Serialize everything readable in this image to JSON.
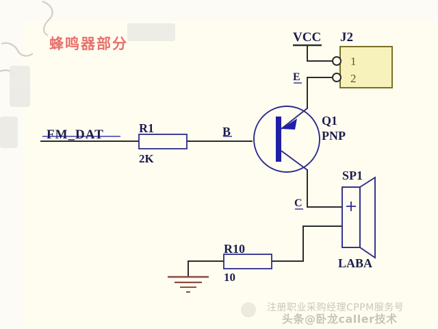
{
  "title": {
    "text": "蜂鸣器部分",
    "color": "#e8706a"
  },
  "background": {
    "panel": "#fffdf0",
    "outer": "#fcfbf6"
  },
  "schematic": {
    "wire_color": "#2b2b2b",
    "symbol_color": "#2a2a8c",
    "ground_color": "#8a4a42",
    "nets": {
      "input": {
        "label": "FM_DAT"
      },
      "base": {
        "label": "B"
      },
      "emitter": {
        "label": "E"
      },
      "collector": {
        "label": "C"
      },
      "power": {
        "label": "VCC"
      }
    },
    "components": [
      {
        "ref": "R1",
        "type": "resistor",
        "value": "2K",
        "ref_label": "R1",
        "value_label": "2K"
      },
      {
        "ref": "Q1",
        "type": "transistor",
        "ref_label": "Q1",
        "device_label": "PNP",
        "terminals": [
          "E",
          "B",
          "C"
        ]
      },
      {
        "ref": "J2",
        "type": "connector",
        "ref_label": "J2",
        "fill": "#f7f2bb",
        "border": "#7a6e25",
        "pins": [
          {
            "number": "1",
            "net": "VCC"
          },
          {
            "number": "2",
            "net": "E"
          }
        ]
      },
      {
        "ref": "SP1",
        "type": "speaker",
        "ref_label": "SP1",
        "name_label": "LABA",
        "polarity_mark": "+"
      },
      {
        "ref": "R10",
        "type": "resistor",
        "value": "10",
        "ref_label": "R10",
        "value_label": "10"
      },
      {
        "ref": "GND",
        "type": "ground",
        "ref_label": ""
      }
    ]
  },
  "watermarks": {
    "line1": "注册职业采购经理CPPM服务号",
    "line2": "头条@卧龙caller技术"
  }
}
